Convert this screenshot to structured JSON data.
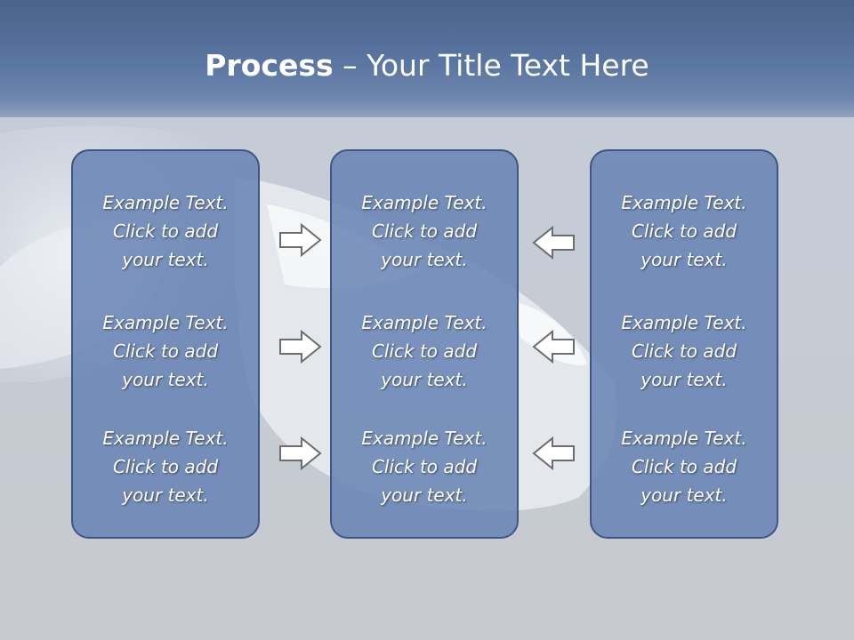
{
  "slide": {
    "title_bold": "Process",
    "title_rest": " – Your Title Text Here"
  },
  "columns": [
    {
      "items": [
        "Example Text.\nClick  to add\nyour text.",
        "Example Text.\nClick  to add\nyour text.",
        "Example Text.\nClick  to add\nyour text."
      ]
    },
    {
      "items": [
        "Example Text.\nClick  to add\nyour text.",
        "Example Text.\nClick  to add\nyour text.",
        "Example Text.\nClick  to add\nyour text."
      ]
    },
    {
      "items": [
        "Example Text.\nClick  to add\nyour text.",
        "Example Text.\nClick  to add\nyour text.",
        "Example Text.\nClick  to add\nyour text."
      ]
    }
  ],
  "arrows": {
    "left_group": "arrow-right-icon",
    "right_group": "arrow-left-icon"
  },
  "colors": {
    "header": "#5a76a2",
    "box_fill": "#6884b4",
    "box_border": "#3e5683",
    "text": "#ffffff"
  }
}
